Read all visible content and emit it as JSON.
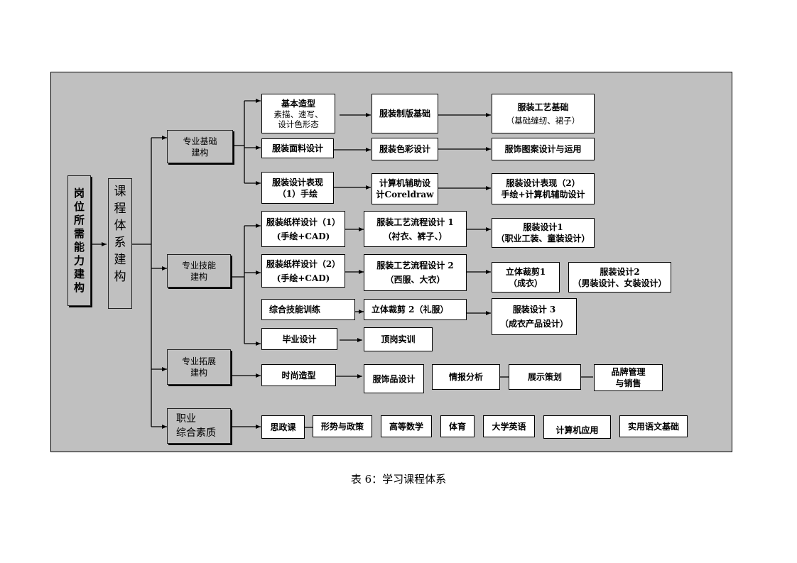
{
  "left": {
    "gangwei": [
      "岗",
      "位",
      "所",
      "需",
      "能",
      "力",
      "建",
      "构"
    ],
    "kecheng": [
      "课",
      "程",
      "体",
      "系",
      "建",
      "构"
    ]
  },
  "categories": {
    "basic": [
      "专业基础",
      "建构"
    ],
    "skill": [
      "专业技能",
      "建构"
    ],
    "expand": [
      "专业拓展",
      "建构"
    ],
    "career": [
      "职业",
      "综合素质"
    ]
  },
  "basic": {
    "b1": {
      "title": "基本造型",
      "sub1": "素描、速写、",
      "sub2": "设计色形态"
    },
    "b2": "服装制版基础",
    "b3": {
      "title": "服装工艺基础",
      "sub": "（基础缝纫、裙子）"
    },
    "b4": "服装面料设计",
    "b5": "服装色彩设计",
    "b6": "服饰图案设计与运用",
    "b7": {
      "l1": "服装设计表现",
      "l2": "（1）手绘"
    },
    "b8": {
      "l1": "计算机辅助设",
      "l2": "计Coreldraw"
    },
    "b9": {
      "l1": "服装设计表现（2）",
      "l2": "手绘+计算机辅助设计"
    }
  },
  "skill": {
    "s1": {
      "l1": "服装纸样设计（1）",
      "l2": "(手绘+CAD)"
    },
    "s2": {
      "l1": "服装工艺流程设计 1",
      "l2": "（衬衣、裤子、）"
    },
    "s3": {
      "l1": "服装设计1",
      "l2": "（职业工装、童装设计）"
    },
    "s4": {
      "l1": "服装纸样设计（2）",
      "l2": "(手绘+CAD)"
    },
    "s5": {
      "l1": "服装工艺流程设计 2",
      "l2": "（西服、大衣）"
    },
    "s6": {
      "l1": "立体裁剪1",
      "l2": "（成衣）"
    },
    "s7": {
      "l1": "服装设计2",
      "l2": "（男装设计、女装设计）"
    },
    "s8": "综合技能训练",
    "s9": "立体裁剪 2（礼服）",
    "s10": {
      "l1": "服装设计 3",
      "l2": "（成衣产品设计）"
    },
    "s11": "毕业设计",
    "s12": "顶岗实训"
  },
  "expand": {
    "e1": "时尚造型",
    "e2": "服饰品设计",
    "e3": "情报分析",
    "e4": "展示策划",
    "e5": {
      "l1": "品牌管理",
      "l2": "与销售"
    }
  },
  "career": [
    "思政课",
    "形势与政策",
    "高等数学",
    "体育",
    "大学英语",
    "计算机应用",
    "实用语文基础"
  ],
  "caption": "表 6：学习课程体系"
}
